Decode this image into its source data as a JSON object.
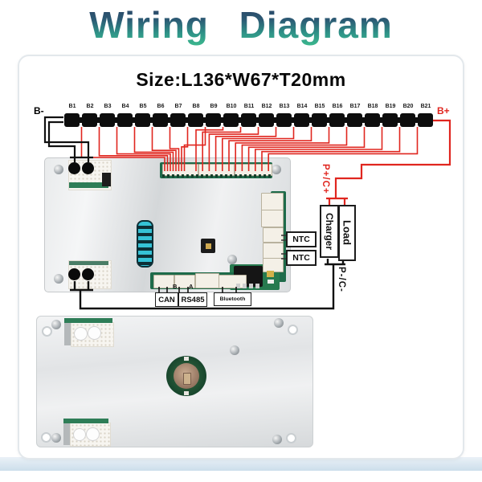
{
  "title": "Wiring Diagram",
  "size_label": "Size:L136*W67*T20mm",
  "battery": {
    "negative": "B-",
    "positive": "B+",
    "cells": [
      "B1",
      "B2",
      "B3",
      "B4",
      "B5",
      "B6",
      "B7",
      "B8",
      "B9",
      "B10",
      "B11",
      "B12",
      "B13",
      "B14",
      "B15",
      "B16",
      "B17",
      "B18",
      "B19",
      "B20",
      "B21"
    ]
  },
  "ports": {
    "ntc1": "NTC",
    "ntc2": "NTC",
    "can": "CAN",
    "rs485": "RS485",
    "rs485_pin_b": "B",
    "rs485_pin_a": "A",
    "bluetooth": "Bluetooth"
  },
  "terminals": {
    "charger": "Charger",
    "load": "Load",
    "p_plus": "P+/C+",
    "p_minus": "P-/C-"
  },
  "colors": {
    "wire_red": "#e0261f",
    "wire_black": "#111111",
    "pcb_green": "#1e6b4a",
    "title_gradient_top": "#2a3f61",
    "title_gradient_bottom": "#3dbb8e",
    "accent_cyan": "#35c2d6"
  }
}
